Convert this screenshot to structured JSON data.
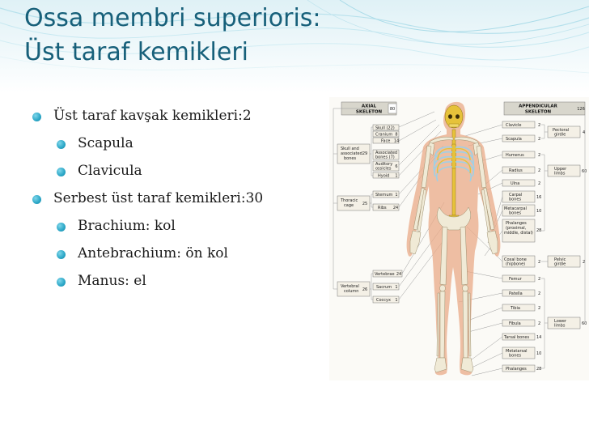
{
  "title": {
    "line1": "Ossa membri superioris:",
    "line2": "Üst taraf kemikleri"
  },
  "bullets": [
    {
      "level": 1,
      "text": "Üst taraf kavşak kemikleri:2"
    },
    {
      "level": 2,
      "text": "Scapula"
    },
    {
      "level": 2,
      "text": "Clavicula"
    },
    {
      "level": 1,
      "text": "Serbest üst taraf kemikleri:30"
    },
    {
      "level": 2,
      "text": "Brachium: kol"
    },
    {
      "level": 2,
      "text": "Antebrachium: ön kol"
    },
    {
      "level": 2,
      "text": "Manus: el"
    }
  ],
  "figure": {
    "axial": {
      "header1": "AXIAL",
      "header2": "SKELETON",
      "total": "80",
      "groups": [
        {
          "line1": "Skull  and",
          "line2": "associated",
          "line3": "bones",
          "count": "29"
        },
        {
          "line1": "Thoracic",
          "line2": "cage",
          "line3": "",
          "count": "25"
        },
        {
          "line1": "Vertebral",
          "line2": "column",
          "line3": "",
          "count": "26"
        }
      ],
      "items": [
        {
          "line1": "Skull (22)",
          "line2": "",
          "count": ""
        },
        {
          "line1": "Cranium",
          "line2": "",
          "count": "8"
        },
        {
          "line1": "Face",
          "line2": "",
          "count": "14"
        },
        {
          "line1": "Associated",
          "line2": "bones  (7)",
          "count": ""
        },
        {
          "line1": "Auditory",
          "line2": "ossicles",
          "count": "6"
        },
        {
          "line1": "Hyoid",
          "line2": "",
          "count": "1"
        },
        {
          "line1": "Sternum",
          "line2": "",
          "count": "1"
        },
        {
          "line1": "Ribs",
          "line2": "",
          "count": "24"
        },
        {
          "line1": "Vertebrae",
          "line2": "",
          "count": "24"
        },
        {
          "line1": "Sacrum",
          "line2": "",
          "count": "1"
        },
        {
          "line1": "Coccyx",
          "line2": "",
          "count": "1"
        }
      ]
    },
    "appendicular": {
      "header1": "APPENDICULAR",
      "header2": "SKELETON",
      "total": "126",
      "groups": [
        {
          "line1": "Pectoral",
          "line2": "girdle",
          "count": "4"
        },
        {
          "line1": "Upper",
          "line2": "limbs",
          "count": "60"
        },
        {
          "line1": "Pelvic",
          "line2": "girdle",
          "count": "2"
        },
        {
          "line1": "Lower",
          "line2": "limbs",
          "count": "60"
        }
      ],
      "items": [
        {
          "line1": "Clavicle",
          "line2": "",
          "line3": "",
          "count": "2"
        },
        {
          "line1": "Scapula",
          "line2": "",
          "line3": "",
          "count": "2"
        },
        {
          "line1": "Humerus",
          "line2": "",
          "line3": "",
          "count": "2"
        },
        {
          "line1": "Radius",
          "line2": "",
          "line3": "",
          "count": "2"
        },
        {
          "line1": "Ulna",
          "line2": "",
          "line3": "",
          "count": "2"
        },
        {
          "line1": "Carpal",
          "line2": "bones",
          "line3": "",
          "count": "16"
        },
        {
          "line1": "Metacarpal",
          "line2": "bones",
          "line3": "",
          "count": "10"
        },
        {
          "line1": "Phalanges",
          "line2": "(proximal,",
          "line3": "middle, distal)",
          "count": "28"
        },
        {
          "line1": "Coxal  bone",
          "line2": "(hipbone)",
          "line3": "",
          "count": "2"
        },
        {
          "line1": "Femur",
          "line2": "",
          "line3": "",
          "count": "2"
        },
        {
          "line1": "Patella",
          "line2": "",
          "line3": "",
          "count": "2"
        },
        {
          "line1": "Tibia",
          "line2": "",
          "line3": "",
          "count": "2"
        },
        {
          "line1": "Fibula",
          "line2": "",
          "line3": "",
          "count": "2"
        },
        {
          "line1": "Tarsal bones",
          "line2": "",
          "line3": "",
          "count": "14"
        },
        {
          "line1": "Metatarsal",
          "line2": "bones",
          "line3": "",
          "count": "10"
        },
        {
          "line1": "Phalanges",
          "line2": "",
          "line3": "",
          "count": "28"
        }
      ]
    }
  },
  "colors": {
    "title": "#17607a",
    "bullet": "#2aa6c6",
    "axial_bone": "#e6c23a",
    "appendicular_bone": "#f0ead6",
    "skin": "#e9a987",
    "ribs": "#9ed0e6"
  }
}
